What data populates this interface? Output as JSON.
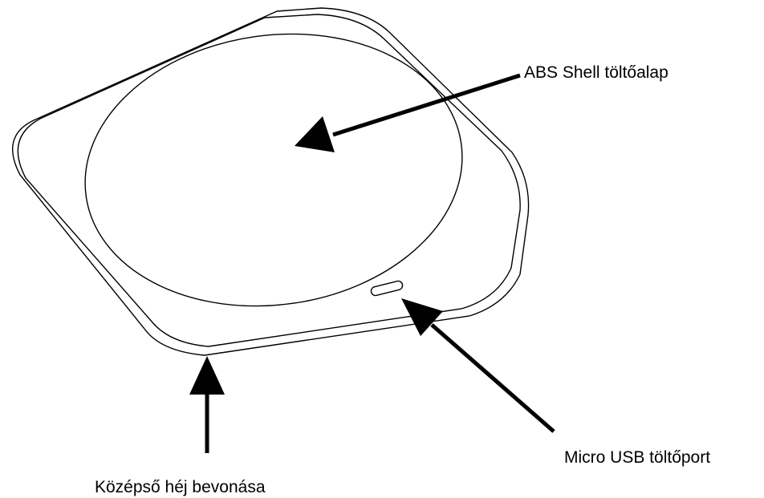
{
  "labels": {
    "shell": "ABS Shell töltőalap",
    "port": "Micro USB töltőport",
    "coating": "Középső héj bevonása"
  },
  "colors": {
    "line": "#000000",
    "background": "#ffffff"
  }
}
